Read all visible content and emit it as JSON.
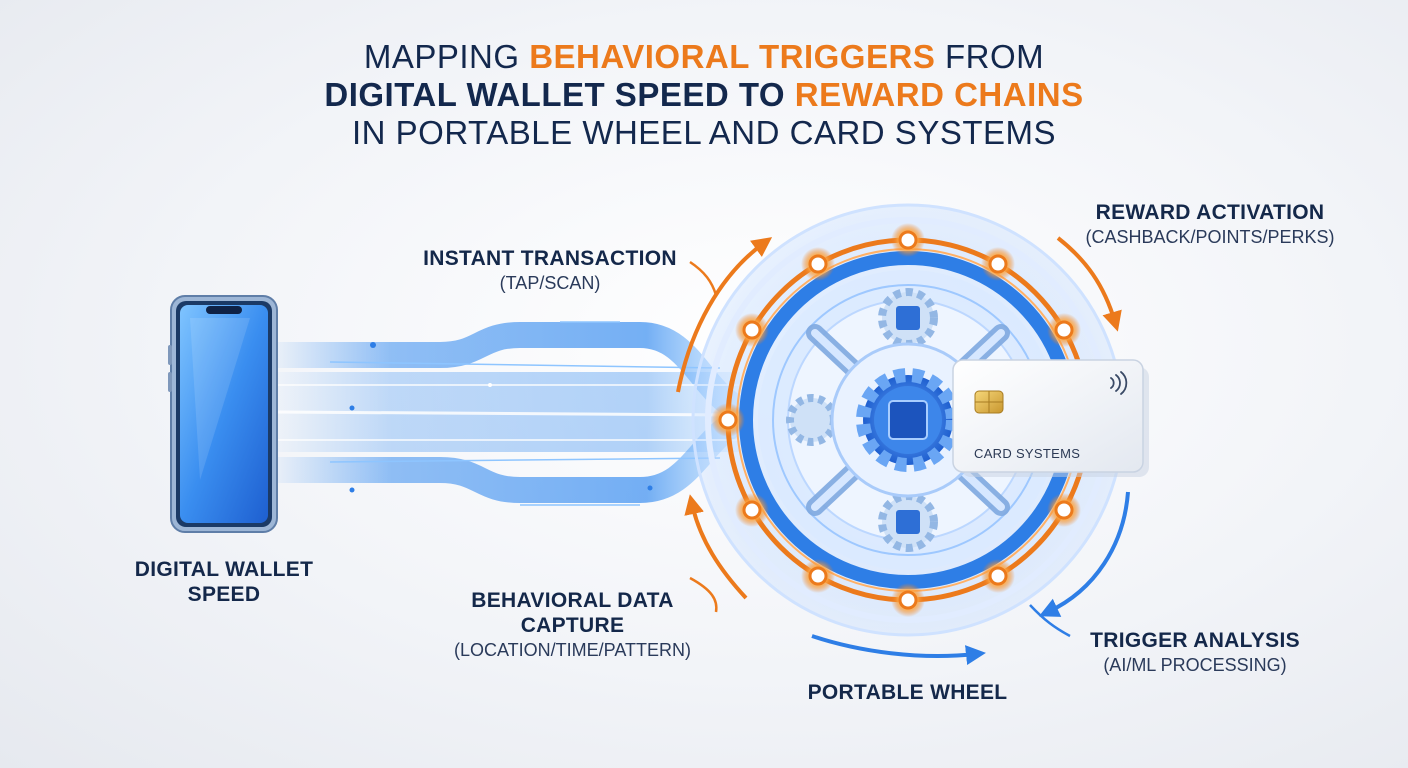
{
  "title": {
    "line1_pre": "MAPPING ",
    "line1_accent": "BEHAVIORAL TRIGGERS",
    "line1_post": " FROM",
    "line2_pre": "DIGITAL WALLET SPEED TO ",
    "line2_accent": "REWARD CHAINS",
    "line3": "IN PORTABLE WHEEL AND CARD SYSTEMS"
  },
  "labels": {
    "instant_transaction": {
      "heading": "INSTANT TRANSACTION",
      "sub": "(TAP/SCAN)"
    },
    "reward_activation": {
      "heading": "REWARD ACTIVATION",
      "sub": "(CASHBACK/POINTS/PERKS)"
    },
    "digital_wallet": {
      "line1": "DIGITAL WALLET",
      "line2": "SPEED"
    },
    "behavioral_data": {
      "line1": "BEHAVIORAL DATA",
      "line2": "CAPTURE",
      "sub": "(LOCATION/TIME/PATTERN)"
    },
    "trigger_analysis": {
      "heading": "TRIGGER ANALYSIS",
      "sub": "(AI/ML PROCESSING)"
    },
    "portable_wheel": {
      "heading": "PORTABLE WHEEL"
    }
  },
  "card": {
    "text": "CARD SYSTEMS"
  },
  "colors": {
    "navy": "#13284d",
    "orange": "#ec7a1c",
    "blue": "#2e7ee6",
    "light_blue": "#8ec5ff"
  },
  "icons": [
    "smartphone-icon",
    "gear-icon",
    "chip-icon",
    "contactless-icon"
  ]
}
